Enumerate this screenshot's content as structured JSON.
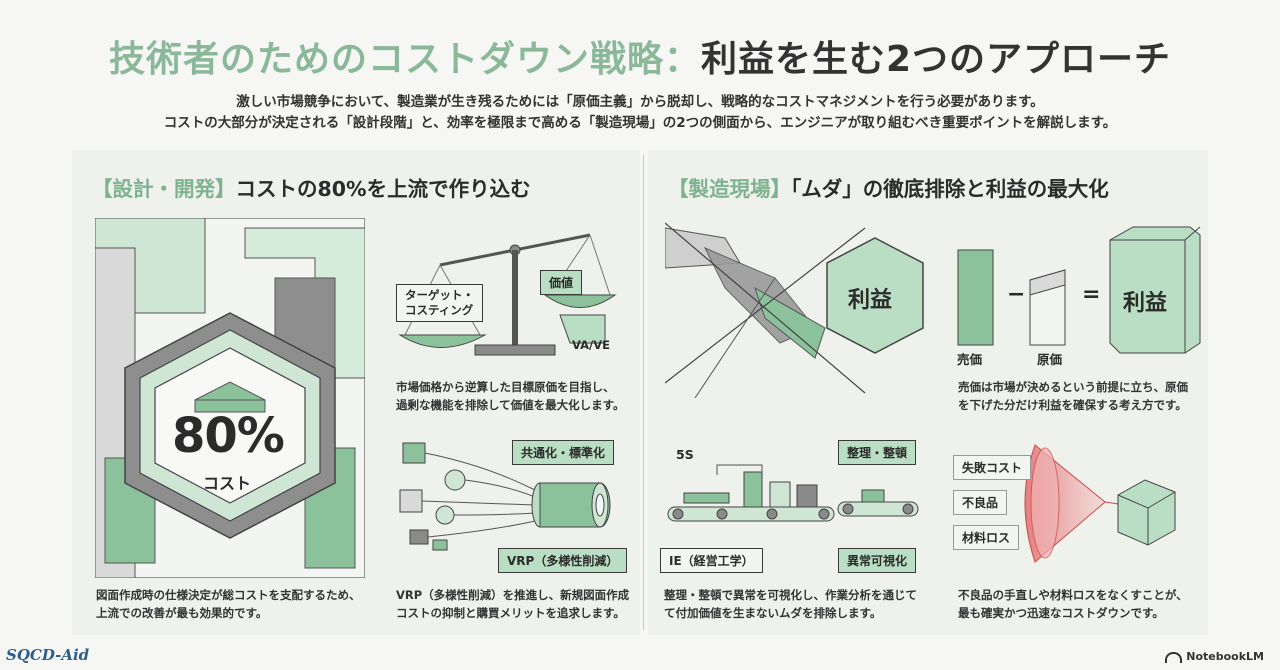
{
  "title": {
    "part1": "技術者のためのコストダウン戦略：",
    "part2": "利益を生む2つのアプローチ"
  },
  "intro": {
    "line1": "激しい市場競争において、製造業が生き残るためには「原価主義」から脱却し、戦略的なコストマネジメントを行う必要があります。",
    "line2": "コストの大部分が決定される「設計段階」と、効率を極限まで高める「製造現場」の2つの側面から、エンジニアが取り組むべき重要ポイントを解説します。"
  },
  "left": {
    "tag": "【設計・開発】",
    "heading": "コストの80%を上流で作り込む",
    "hex": {
      "value": "80%",
      "label": "コスト"
    },
    "hex_caption_l1": "図面作成時の仕様決定が総コストを支配するため、",
    "hex_caption_l2": "上流での改善が最も効果的です。",
    "scale": {
      "left_label_l1": "ターゲット・",
      "left_label_l2": "コスティング",
      "right_label": "価値",
      "vave": "VA/VE",
      "caption_l1": "市場価格から逆算した目標原価を目指し、",
      "caption_l2": "過剰な機能を排除して価値を最大化します。"
    },
    "vrp": {
      "top_label": "共通化・標準化",
      "bottom_label": "VRP（多様性削減）",
      "caption_l1": "VRP（多様性削減）を推進し、新規図面作成",
      "caption_l2": "コストの抑制と購買メリットを追求します。"
    }
  },
  "right": {
    "tag": "【製造現場】",
    "heading": "「ムダ」の徹底排除と利益の最大化",
    "cross": {
      "label": "利益"
    },
    "equation": {
      "price_label": "売価",
      "cost_label": "原価",
      "minus": "−",
      "equals": "=",
      "result": "利益",
      "caption_l1": "売価は市場が決めるという前提に立ち、原価",
      "caption_l2": "を下げた分だけ利益を確保する考え方です。"
    },
    "conveyor": {
      "label_5s": "5S",
      "label_seiri": "整理・整頓",
      "label_ie": "IE（経営工学）",
      "label_visual": "異常可視化",
      "caption_l1": "整理・整頓で異常を可視化し、作業分析を通じて",
      "caption_l2": "て付加価値を生まないムダを排除します。"
    },
    "loss": {
      "item1": "失敗コスト",
      "item2": "不良品",
      "item3": "材料ロス",
      "caption_l1": "不良品の手直しや材料ロスをなくすことが、",
      "caption_l2": "最も確実かつ迅速なコストダウンです。"
    }
  },
  "footer": {
    "left": "SQCD-Aid",
    "right": "NotebookLM"
  },
  "colors": {
    "accent_green": "#8cb89a",
    "light_green": "#b9dec3",
    "dark_gray": "#8a8a8a",
    "loss_red": "#e36a6a"
  }
}
